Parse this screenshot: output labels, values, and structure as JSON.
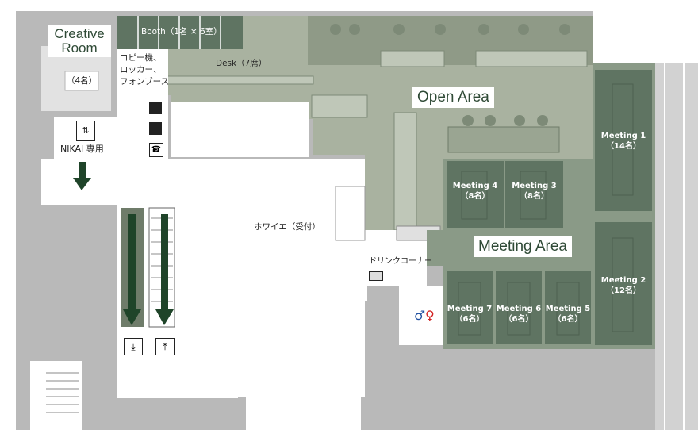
{
  "labels": {
    "creative_room": "Creative\nRoom",
    "creative_capacity": "（4名）",
    "booth": "Booth（1名 × 6室）",
    "desk": "Desk（7席）",
    "copy_locker_phone": "コピー機、\nロッカー、\nフォンブース",
    "nikai_only": "NIKAI 専用",
    "open_area": "Open Area",
    "meeting_area": "Meeting Area",
    "foyer": "ホワイエ（受付）",
    "drink_corner": "ドリンクコーナー"
  },
  "meeting_rooms": [
    {
      "id": "meeting-1",
      "name": "Meeting 1",
      "capacity": "（14名）"
    },
    {
      "id": "meeting-2",
      "name": "Meeting 2",
      "capacity": "（12名）"
    },
    {
      "id": "meeting-3",
      "name": "Meeting 3",
      "capacity": "（8名）"
    },
    {
      "id": "meeting-4",
      "name": "Meeting 4",
      "capacity": "（8名）"
    },
    {
      "id": "meeting-5",
      "name": "Meeting 5",
      "capacity": "（6名）"
    },
    {
      "id": "meeting-6",
      "name": "Meeting 6",
      "capacity": "（6名）"
    },
    {
      "id": "meeting-7",
      "name": "Meeting 7",
      "capacity": "（6名）"
    }
  ],
  "icons": [
    "elevator-icon",
    "copier-icon",
    "locker-icon",
    "phone-booth-icon",
    "escalator-down-icon",
    "escalator-up-icon",
    "restroom-men-icon",
    "restroom-women-icon",
    "direction-arrow-icon"
  ],
  "colors": {
    "open_area": "#a9b2a0",
    "meeting_room": "#5f7462",
    "meeting_area_floor": "#8a9a87",
    "structure": "#b9b9b9",
    "arrow": "#1f4429",
    "men": "#1f4fa0",
    "women": "#d22020"
  }
}
